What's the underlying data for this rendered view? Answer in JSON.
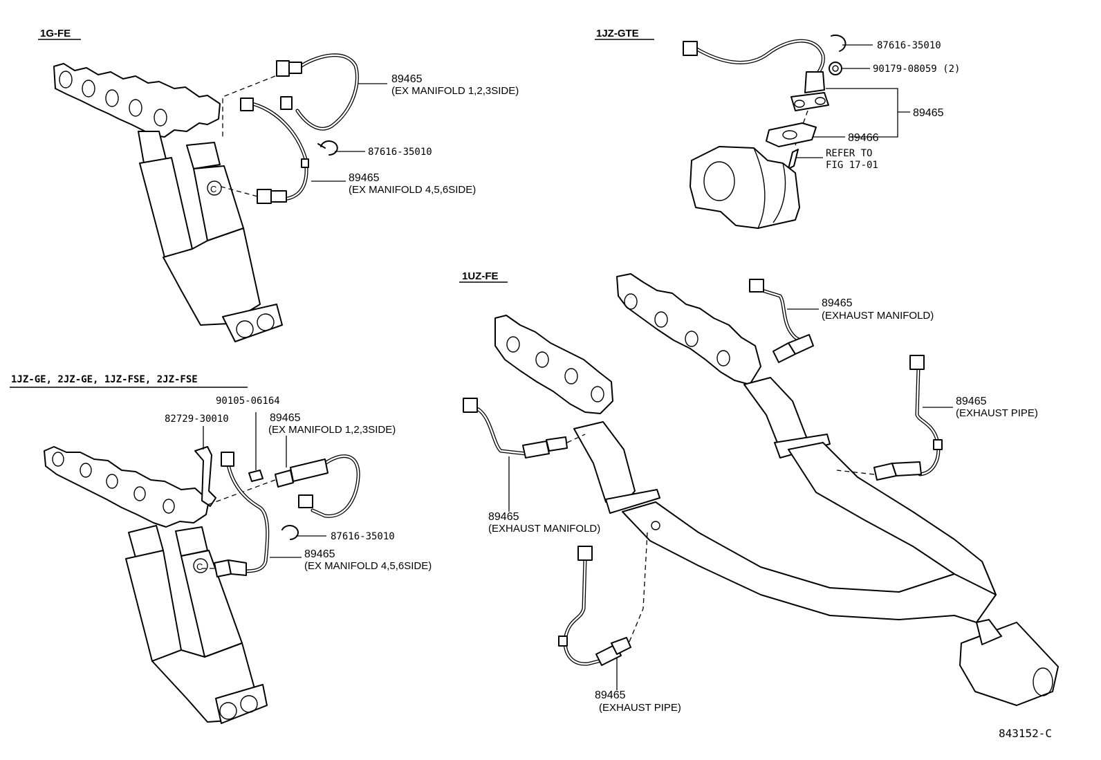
{
  "sections": {
    "g_fe": "1G-FE",
    "jz_gte": "1JZ-GTE",
    "uz_fe": "1UZ-FE",
    "jz_ge": "1JZ-GE, 2JZ-GE, 1JZ-FSE, 2JZ-FSE"
  },
  "g_fe": {
    "sensor1_pn": "89465",
    "sensor1_loc": "(EX MANIFOLD 1,2,3SIDE)",
    "clip_pn": "87616-35010",
    "sensor2_pn": "89465",
    "sensor2_loc": "(EX MANIFOLD 4,5,6SIDE)"
  },
  "jz_gte": {
    "clip_pn": "87616-35010",
    "nut_pn": "90179-08059 (2)",
    "sensor_pn": "89465",
    "gasket_pn": "89466",
    "refer_line1": "REFER TO",
    "refer_line2": "FIG 17-01"
  },
  "uz_fe": {
    "s1_pn": "89465",
    "s1_loc": "(EXHAUST MANIFOLD)",
    "s2_pn": "89465",
    "s2_loc": "(EXHAUST PIPE)",
    "s3_pn": "89465",
    "s3_loc": "(EXHAUST MANIFOLD)",
    "s4_pn": "89465",
    "s4_loc": "(EXHAUST PIPE)"
  },
  "jz_ge": {
    "bolt_pn": "90105-06164",
    "bracket_pn": "82729-30010",
    "sensor1_pn": "89465",
    "sensor1_loc": "(EX MANIFOLD 1,2,3SIDE)",
    "clip_pn": "87616-35010",
    "sensor2_pn": "89465",
    "sensor2_loc": "(EX MANIFOLD 4,5,6SIDE)"
  },
  "figure_id": "843152-C"
}
